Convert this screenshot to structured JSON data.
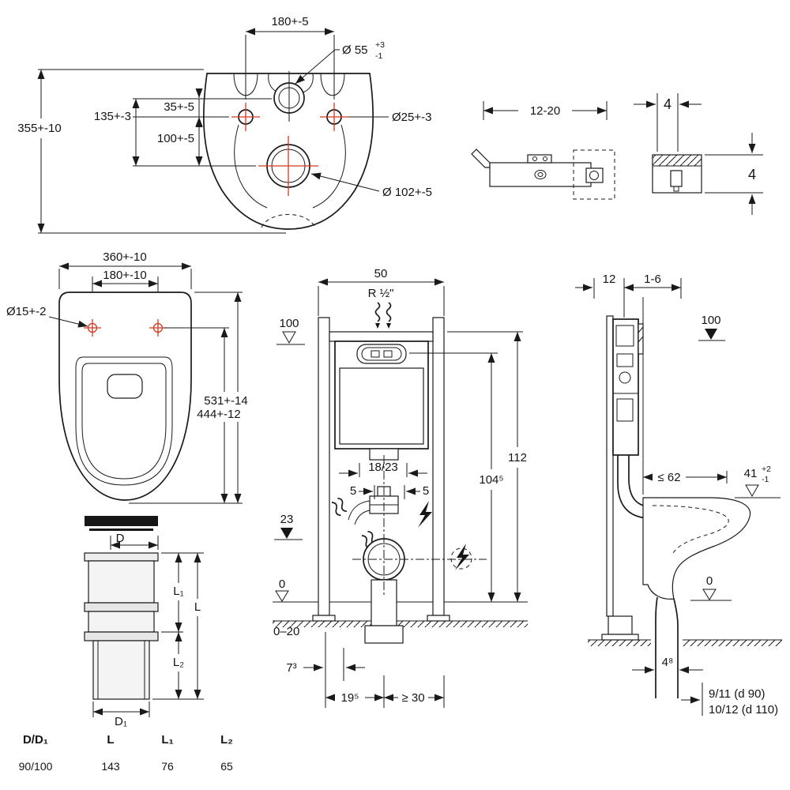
{
  "pan_view": {
    "d180": "180+-5",
    "d55": "Ø 55",
    "d55_up": "+3",
    "d55_dn": "-1",
    "d355": "355+-10",
    "d35": "35+-5",
    "d135": "135+-3",
    "d100": "100+-5",
    "d25": "Ø25+-3",
    "d102": "Ø 102+-5"
  },
  "brackets": {
    "d12_20": "12-20",
    "d4_width": "4",
    "d4_height": "4"
  },
  "seat_view": {
    "d360": "360+-10",
    "d180": "180+-10",
    "d15": "Ø15+-2",
    "d531": "531+-14",
    "d444": "444+-12"
  },
  "pipe_view": {
    "d": "D",
    "d1": "D₁",
    "l": "L",
    "l1": "L₁",
    "l2": "L₂"
  },
  "pipe_table": {
    "headers": [
      "D/D₁",
      "L",
      "L₁",
      "L₂"
    ],
    "values": [
      "90/100",
      "143",
      "76",
      "65"
    ]
  },
  "front_view": {
    "d50": "50",
    "r_half": "R ½\"",
    "d100": "100",
    "d112": "112",
    "d104_5": "104⁵",
    "d18_23": "18/23",
    "d5_left": "5",
    "d5_right": "5",
    "d23": "23",
    "d0": "0",
    "d0_20": "0–20",
    "d7_3": "7³",
    "d19_5": "19⁵",
    "d30": "≥ 30"
  },
  "side_view": {
    "d12": "12",
    "d1_6": "1-6",
    "d100": "100",
    "d62": "≤ 62",
    "d41": "41",
    "d41_up": "+2",
    "d41_dn": "-1",
    "d0": "0",
    "d4_8": "4⁸",
    "d9_11": "9/11 (d 90)",
    "d10_12": "10/12 (d 110)"
  }
}
